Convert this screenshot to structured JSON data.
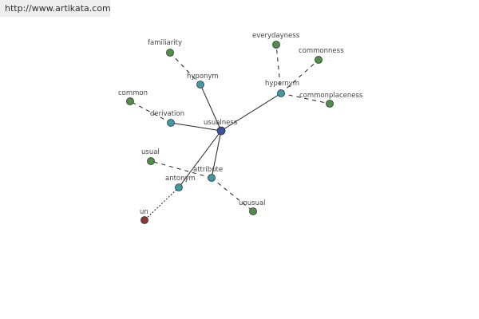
{
  "banner": {
    "url": "http://www.artikata.com"
  },
  "colors": {
    "center": "#3f4fa0",
    "relation": "#3f9aa3",
    "word": "#4f8f48",
    "negative": "#8f3636"
  },
  "graph": {
    "nodes": [
      {
        "id": "usualness",
        "label": "usualness",
        "kind": "center"
      },
      {
        "id": "hyponym",
        "label": "hyponym",
        "kind": "relation"
      },
      {
        "id": "hypernym",
        "label": "hypernym",
        "kind": "relation"
      },
      {
        "id": "derivation",
        "label": "derivation",
        "kind": "relation"
      },
      {
        "id": "attribute",
        "label": "attribute",
        "kind": "relation"
      },
      {
        "id": "antonym",
        "label": "antonym",
        "kind": "relation"
      },
      {
        "id": "familiarity",
        "label": "familiarity",
        "kind": "word"
      },
      {
        "id": "everydayness",
        "label": "everydayness",
        "kind": "word"
      },
      {
        "id": "commonness",
        "label": "commonness",
        "kind": "word"
      },
      {
        "id": "commonplaceness",
        "label": "commonplaceness",
        "kind": "word"
      },
      {
        "id": "common",
        "label": "common",
        "kind": "word"
      },
      {
        "id": "usual",
        "label": "usual",
        "kind": "word"
      },
      {
        "id": "unusual",
        "label": "unusual",
        "kind": "word"
      },
      {
        "id": "un",
        "label": "un",
        "kind": "negative"
      }
    ],
    "edges": [
      {
        "from": "usualness",
        "to": "hyponym",
        "style": "solid"
      },
      {
        "from": "usualness",
        "to": "hypernym",
        "style": "solid"
      },
      {
        "from": "usualness",
        "to": "derivation",
        "style": "solid"
      },
      {
        "from": "usualness",
        "to": "attribute",
        "style": "solid"
      },
      {
        "from": "usualness",
        "to": "antonym",
        "style": "solid"
      },
      {
        "from": "hyponym",
        "to": "familiarity",
        "style": "dashed"
      },
      {
        "from": "hypernym",
        "to": "everydayness",
        "style": "dashed"
      },
      {
        "from": "hypernym",
        "to": "commonness",
        "style": "dashed"
      },
      {
        "from": "hypernym",
        "to": "commonplaceness",
        "style": "dashed"
      },
      {
        "from": "derivation",
        "to": "common",
        "style": "dashed"
      },
      {
        "from": "attribute",
        "to": "usual",
        "style": "dashed"
      },
      {
        "from": "attribute",
        "to": "unusual",
        "style": "dashed"
      },
      {
        "from": "antonym",
        "to": "un",
        "style": "dotted"
      }
    ]
  }
}
